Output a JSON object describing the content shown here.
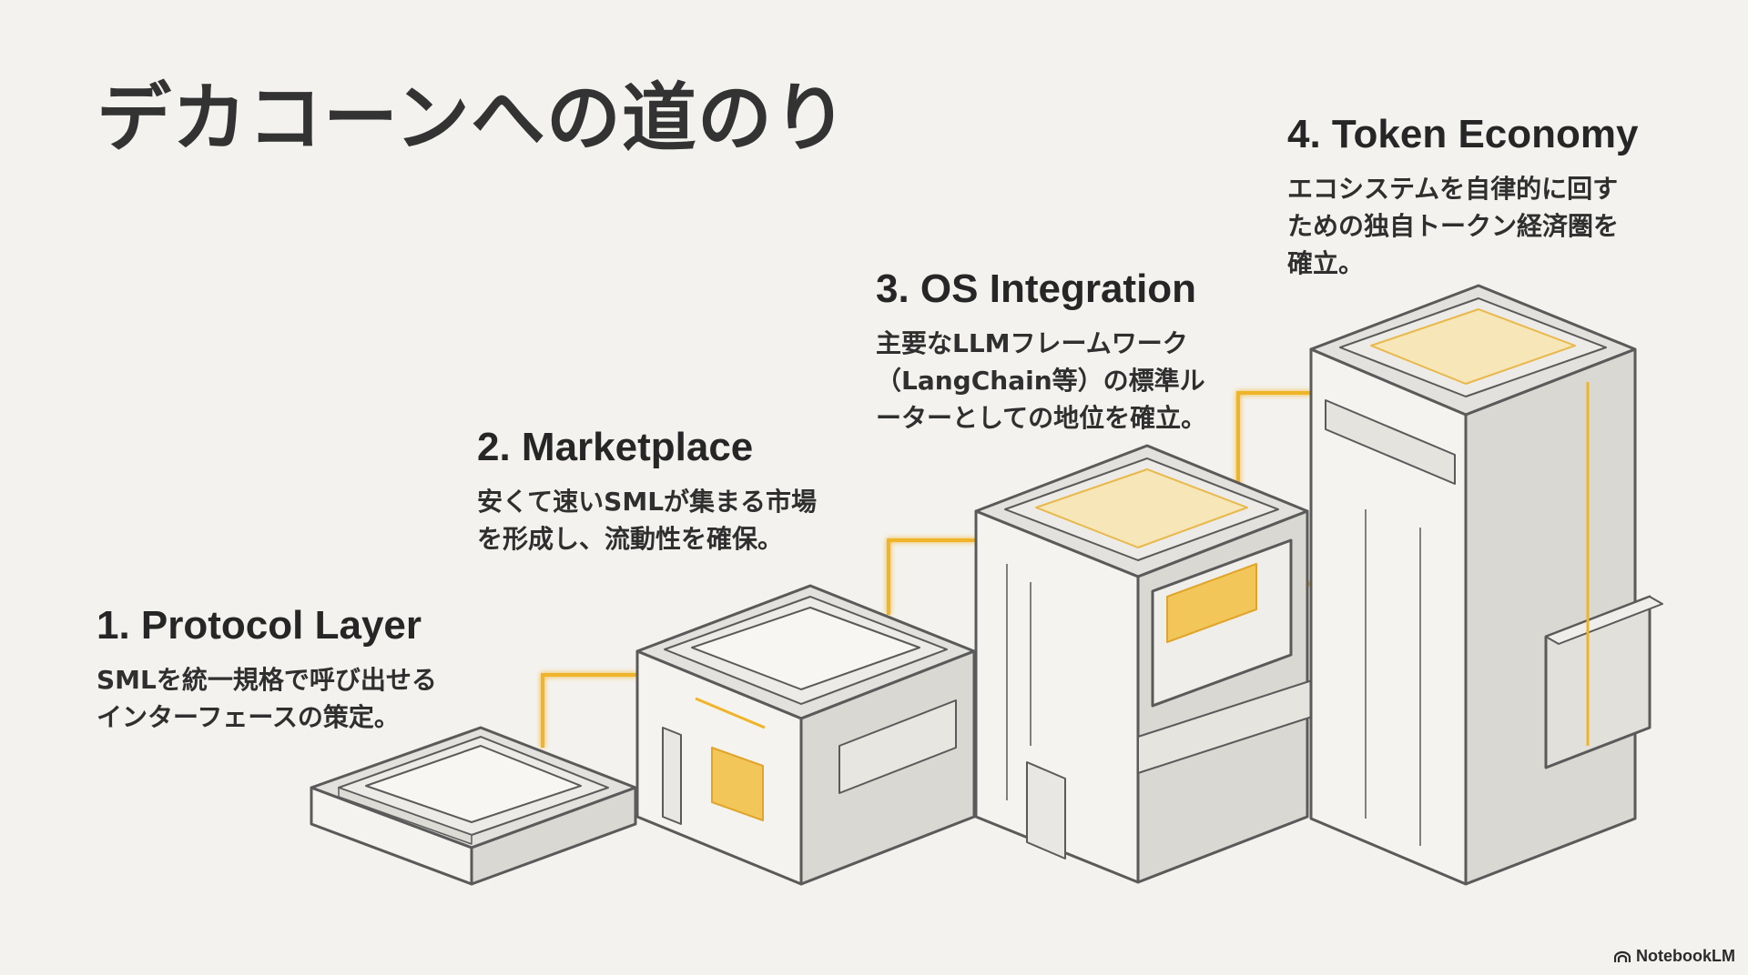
{
  "slide": {
    "title": "デカコーンへの道のり"
  },
  "steps": [
    {
      "title": "1. Protocol Layer",
      "description": "SMLを統一規格で呼び出せる\nインターフェースの策定。"
    },
    {
      "title": "2. Marketplace",
      "description": "安くて速いSMLが集まる市場\nを形成し、流動性を確保。"
    },
    {
      "title": "3. OS Integration",
      "description": "主要なLLMフレームワーク\n（LangChain等）の標準ル\nーターとしての地位を確立。"
    },
    {
      "title": "4. Token Economy",
      "description": "エコシステムを自律的に回す\nための独自トークン経済圏を\n確立。"
    }
  ],
  "brand": {
    "name": "NotebookLM",
    "icon": "notebooklm-icon"
  },
  "colors": {
    "background": "#f3f2ee",
    "accent": "#f0b429",
    "building_top": "#e2e1dd",
    "building_left": "#f4f3ef",
    "building_right": "#d9d8d3",
    "outline": "#5a5a5a"
  }
}
